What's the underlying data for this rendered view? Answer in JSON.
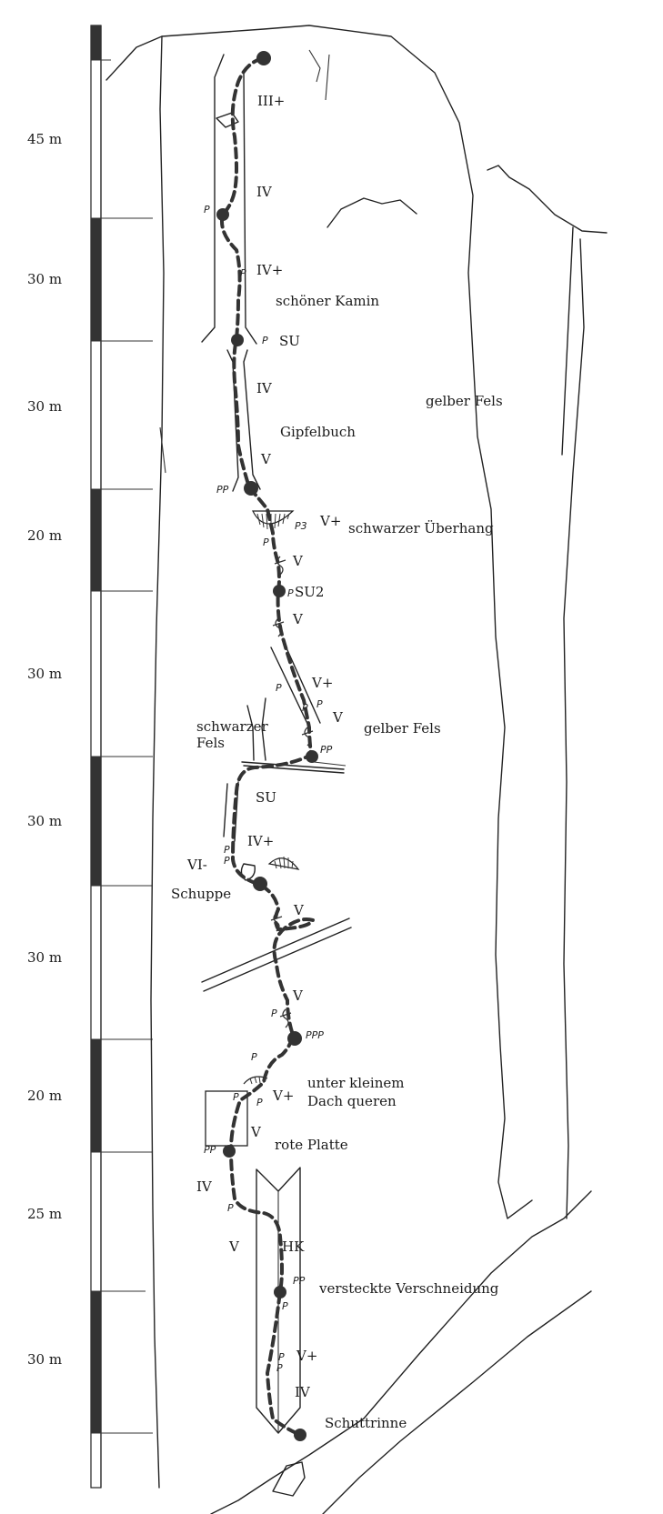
{
  "scale": {
    "labels": [
      "45 m",
      "30 m",
      "30 m",
      "20 m",
      "30 m",
      "30 m",
      "30 m",
      "20 m",
      "25 m",
      "30 m"
    ]
  },
  "grades": {
    "g1": "III+",
    "g2": "IV",
    "g3": "IV+",
    "g4": "IV",
    "g5": "V",
    "g6": "V+",
    "g7": "V",
    "g8": "V",
    "g9": "V+",
    "g10": "V",
    "g11": "IV+",
    "g12": "VI-",
    "g13": "V",
    "g14": "V",
    "g15": "V+",
    "g16": "V",
    "g17": "IV",
    "g18": "V",
    "g19": "V+",
    "g20": "IV"
  },
  "features": {
    "kamin": "schöner Kamin",
    "su1": "SU",
    "gelber1": "gelber Fels",
    "gipfelbuch": "Gipfelbuch",
    "ueberhang": "schwarzer Überhang",
    "su2": "SU2",
    "schwarzer1": "schwarzer",
    "schwarzer2": "Fels",
    "gelber2": "gelber Fels",
    "su3": "SU",
    "schuppe": "Schuppe",
    "dach1": "unter kleinem",
    "dach2": "Dach queren",
    "platte": "rote Platte",
    "hk": "HK",
    "verschneidung": "versteckte Verschneidung",
    "schuttrinne": "Schuttrinne"
  },
  "pitons": {
    "p1": "P",
    "p2": "P",
    "p3": "P",
    "p4": "PP",
    "p5": "P3",
    "p6": "P",
    "p7": "P",
    "p8": "P",
    "p9": "P",
    "p10": "P",
    "p11": "PP",
    "p12": "P",
    "p13": "P",
    "p14": "P",
    "p15": "PPP",
    "p16": "P",
    "p17": "P",
    "p18": "P",
    "p19": "PP",
    "p20": "P",
    "p21": "PP",
    "p22": "P",
    "p23": "P",
    "p24": "P"
  }
}
